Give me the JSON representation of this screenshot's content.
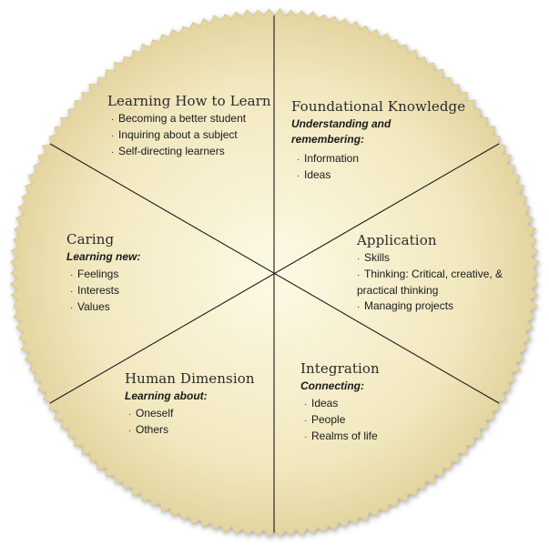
{
  "segments": [
    {
      "id": "learning-how-to-learn",
      "title": "Learning How to Learn",
      "subtitle": "",
      "items": [
        "Becoming a better student",
        "Inquiring about a subject",
        "Self-directing learners"
      ]
    },
    {
      "id": "foundational-knowledge",
      "title": "Foundational Knowledge",
      "subtitle": "Understanding and remembering:",
      "items": [
        "Information",
        "Ideas"
      ]
    },
    {
      "id": "application",
      "title": "Application",
      "subtitle": "",
      "items": [
        "Skills",
        "Thinking: Critical, creative, & practical thinking",
        "Managing projects"
      ]
    },
    {
      "id": "integration",
      "title": "Integration",
      "subtitle": "Connecting:",
      "items": [
        "Ideas",
        "People",
        "Realms of life"
      ]
    },
    {
      "id": "human-dimension",
      "title": "Human Dimension",
      "subtitle": "Learning about:",
      "items": [
        "Oneself",
        "Others"
      ]
    },
    {
      "id": "caring",
      "title": "Caring",
      "subtitle": "Learning new:",
      "items": [
        "Feelings",
        "Interests",
        "Values"
      ]
    }
  ],
  "colors": {
    "center": "#fdf9e4",
    "mid": "#f2e8bf",
    "edge": "#e3d49f",
    "divider": "#1a1a1a"
  }
}
